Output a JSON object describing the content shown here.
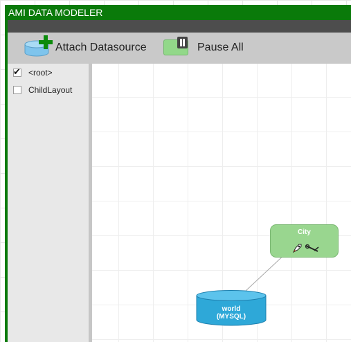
{
  "window": {
    "title": "AMI DATA MODELER"
  },
  "toolbar": {
    "attach_label": "Attach Datasource",
    "pause_label": "Pause All",
    "icons": {
      "attach": "database-add-icon",
      "pause": "pause-icon"
    }
  },
  "layouts": [
    {
      "label": "<root>",
      "checked": true
    },
    {
      "label": "ChildLayout",
      "checked": false
    }
  ],
  "canvas": {
    "nodes": [
      {
        "id": "city",
        "title": "City",
        "color": "#99d68f",
        "icons": [
          "rocket-icon",
          "wrench-icon"
        ]
      },
      {
        "id": "world",
        "title": "world",
        "subtitle": "(MYSQL)",
        "color": "#2ea8d8"
      }
    ],
    "edges": [
      {
        "from": "world",
        "to": "city"
      }
    ]
  },
  "colors": {
    "title_bar": "#0a7a0a",
    "toolbar": "#c9c9c9",
    "node_green": "#99d68f",
    "datasource_blue": "#2ea8d8"
  }
}
